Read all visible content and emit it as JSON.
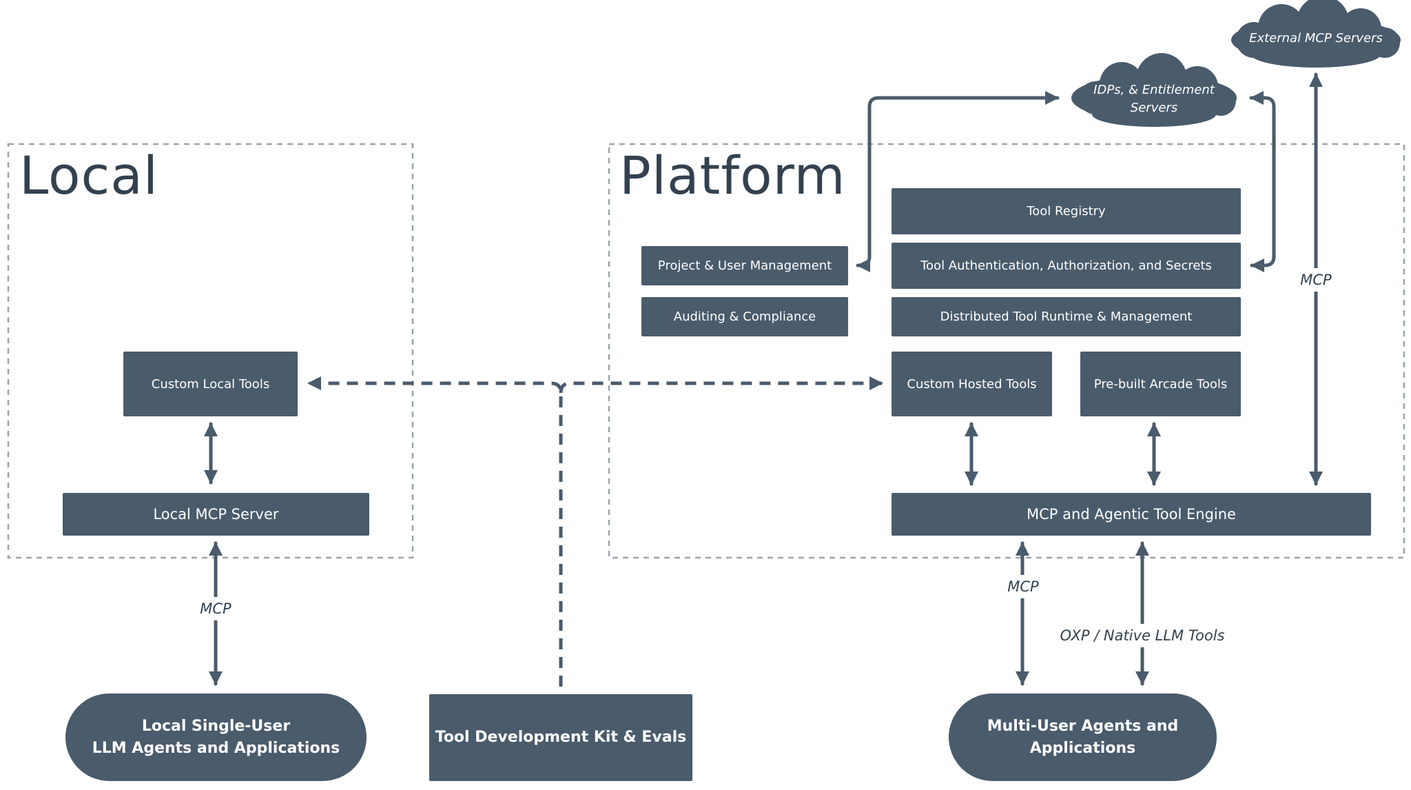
{
  "regions": {
    "local": "Local",
    "platform": "Platform"
  },
  "clouds": {
    "external": "External MCP Servers",
    "idp": "IDPs, & Entitlement\nServers"
  },
  "nodes": {
    "tool_registry": "Tool Registry",
    "tool_auth": "Tool Authentication, Authorization, and Secrets",
    "project_mgmt": "Project & User Management",
    "auditing": "Auditing & Compliance",
    "distributed_runtime": "Distributed Tool Runtime & Management",
    "custom_local_tools": "Custom Local Tools",
    "custom_hosted_tools": "Custom Hosted Tools",
    "prebuilt_tools": "Pre-built Arcade Tools",
    "local_mcp_server": "Local MCP Server",
    "engine": "MCP and Agentic Tool Engine",
    "local_agents": "Local Single-User\nLLM Agents and Applications",
    "tdk": "Tool Development Kit & Evals",
    "multi_user_agents": "Multi-User Agents and\nApplications"
  },
  "edge_labels": {
    "local_mcp": "MCP",
    "external_mcp": "MCP",
    "multi_mcp": "MCP",
    "oxp": "OXP / Native LLM Tools"
  },
  "colors": {
    "node": "#4a5b6b",
    "line": "#4a5b6b",
    "title": "#33414f",
    "border": "#9aa3ab"
  }
}
